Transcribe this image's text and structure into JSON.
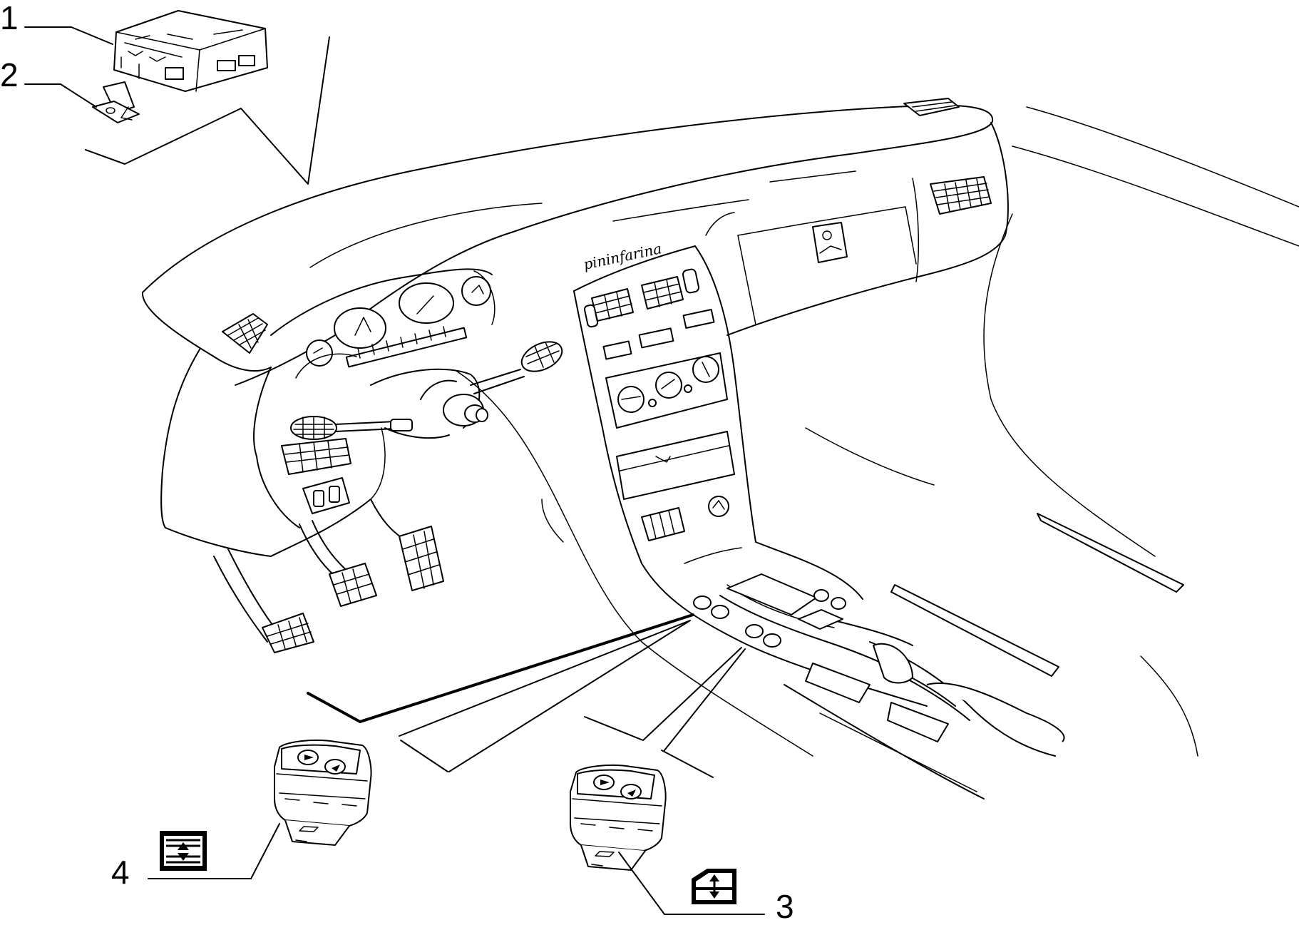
{
  "diagram": {
    "brand_script": "pininfarina",
    "callouts": [
      {
        "number": "1"
      },
      {
        "number": "2"
      },
      {
        "number": "3"
      },
      {
        "number": "4"
      }
    ]
  }
}
